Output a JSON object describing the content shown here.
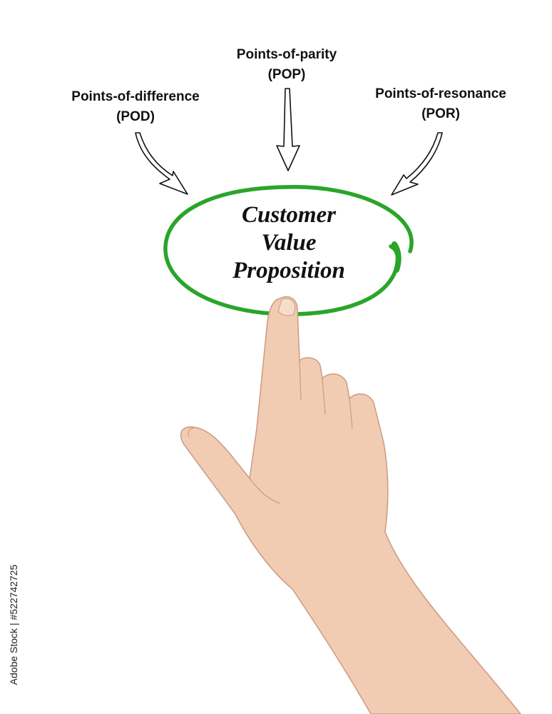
{
  "labels": {
    "pod": {
      "line1": "Points-of-difference",
      "line2": "(POD)"
    },
    "pop": {
      "line1": "Points-of-parity",
      "line2": "(POP)"
    },
    "por": {
      "line1": "Points-of-resonance",
      "line2": "(POR)"
    }
  },
  "center": {
    "line1": "Customer",
    "line2": "Value",
    "line3": "Proposition"
  },
  "watermark": {
    "text": "Adobe Stock | #522742725"
  },
  "colors": {
    "ellipse": "#2aa52a",
    "text": "#111111",
    "skin": "#f1cbb2"
  },
  "icons": [
    "arrow-down-right-icon",
    "arrow-down-icon",
    "arrow-down-left-icon",
    "pointing-hand"
  ]
}
